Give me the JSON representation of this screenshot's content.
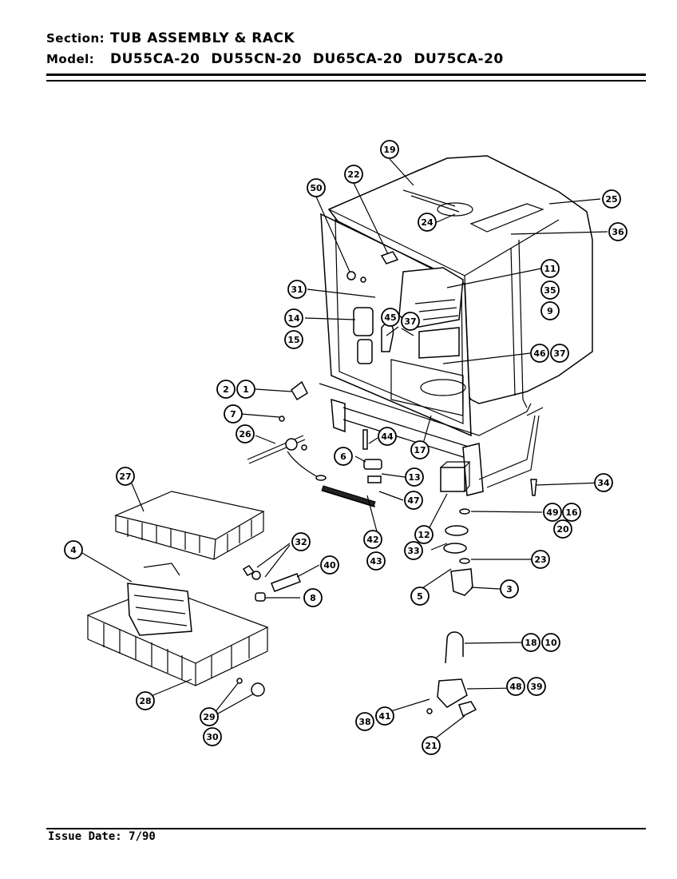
{
  "header": {
    "section_label": "Section:",
    "section_value": "TUB ASSEMBLY & RACK",
    "model_label": "Model:",
    "models": [
      "DU55CA-20",
      "DU55CN-20",
      "DU65CA-20",
      "DU75CA-20"
    ]
  },
  "footer": {
    "issue_date": "Issue Date: 7/90"
  },
  "callouts": [
    "19",
    "22",
    "50",
    "25",
    "24",
    "36",
    "11",
    "35",
    "9",
    "31",
    "14",
    "15",
    "45",
    "37",
    "46",
    "37",
    "2",
    "1",
    "7",
    "26",
    "44",
    "6",
    "13",
    "17",
    "34",
    "27",
    "47",
    "49",
    "16",
    "20",
    "12",
    "42",
    "43",
    "33",
    "23",
    "32",
    "40",
    "4",
    "8",
    "5",
    "3",
    "18",
    "10",
    "48",
    "39",
    "28",
    "29",
    "30",
    "38",
    "41",
    "21"
  ]
}
